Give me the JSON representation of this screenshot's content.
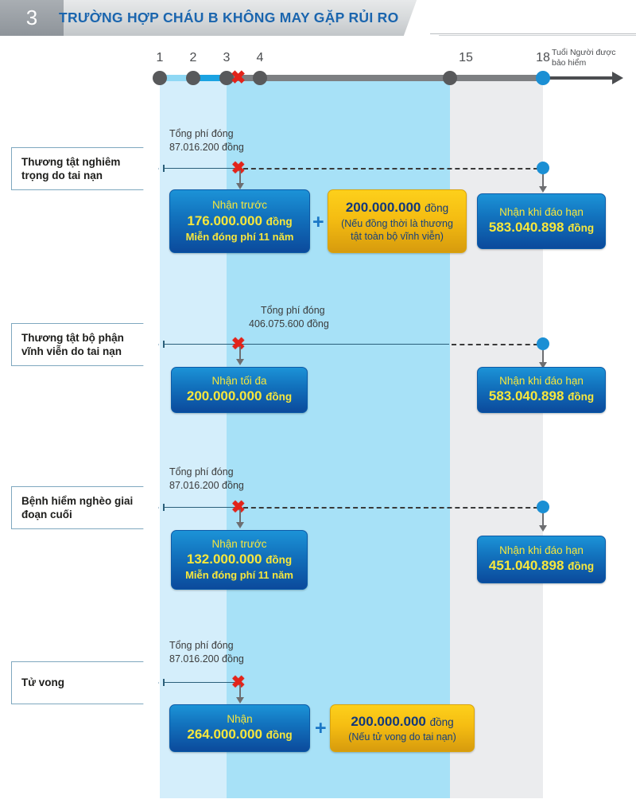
{
  "header": {
    "number": "3",
    "title": "TRƯỜNG HỢP CHÁU B KHÔNG MAY GẶP RỦI RO",
    "title_color": "#1a65ae"
  },
  "timeline": {
    "caption": "Tuổi Người được bảo hiểm",
    "x_marker": "✖",
    "ticks": [
      {
        "label": "1"
      },
      {
        "label": "2"
      },
      {
        "label": "3"
      },
      {
        "label": "4"
      },
      {
        "label": "15"
      },
      {
        "label": "18"
      }
    ]
  },
  "rows": [
    {
      "label": "Thương tật nghiêm trọng do tai nạn",
      "fee_title": "Tổng phí đóng",
      "fee_value": "87.016.200 đồng",
      "marker": "✖",
      "has_dashed": true,
      "blue_box": {
        "line1": "Nhận trước",
        "amount": "176.000.000",
        "unit": "đồng",
        "note": "Miễn đóng phí 11 năm"
      },
      "plus": "+",
      "yellow_box": {
        "amount": "200.000.000",
        "unit": "đồng",
        "note": "(Nếu đồng thời là thương tật toàn bộ vĩnh viễn)"
      },
      "maturity_box": {
        "line1": "Nhận khi đáo hạn",
        "amount": "583.040.898",
        "unit": "đồng"
      }
    },
    {
      "label": "Thương tật bộ phận vĩnh viễn do tai nạn",
      "fee_title": "Tổng phí đóng",
      "fee_value": "406.075.600 đồng",
      "marker": "✖",
      "has_dashed": true,
      "blue_box": {
        "line1": "Nhận tối đa",
        "amount": "200.000.000",
        "unit": "đồng",
        "note": ""
      },
      "maturity_box": {
        "line1": "Nhận khi đáo hạn",
        "amount": "583.040.898",
        "unit": "đồng"
      }
    },
    {
      "label": "Bệnh hiểm nghèo giai đoạn cuối",
      "fee_title": "Tổng phí đóng",
      "fee_value": "87.016.200 đồng",
      "marker": "✖",
      "has_dashed": true,
      "blue_box": {
        "line1": "Nhận trước",
        "amount": "132.000.000",
        "unit": "đồng",
        "note": "Miễn đóng phí 11 năm"
      },
      "maturity_box": {
        "line1": "Nhận khi đáo hạn",
        "amount": "451.040.898",
        "unit": "đồng"
      }
    },
    {
      "label": "Tử vong",
      "fee_title": "Tổng phí đóng",
      "fee_value": "87.016.200 đồng",
      "marker": "✖",
      "has_dashed": false,
      "blue_box": {
        "line1": "Nhận",
        "amount": "264.000.000",
        "unit": "đồng",
        "note": ""
      },
      "plus": "+",
      "yellow_box": {
        "amount": "200.000.000",
        "unit": "đồng",
        "note": "(Nếu tử vong do tai nạn)"
      }
    }
  ],
  "colors": {
    "band_light": "#d4eefb",
    "band_mid": "#a7e1f7",
    "band_gray": "#ebecee",
    "blue_box": "#1272bd",
    "yellow_box": "#f5bd12",
    "accent_red": "#e2231a",
    "accent_yellow_text": "#f7e73c"
  }
}
